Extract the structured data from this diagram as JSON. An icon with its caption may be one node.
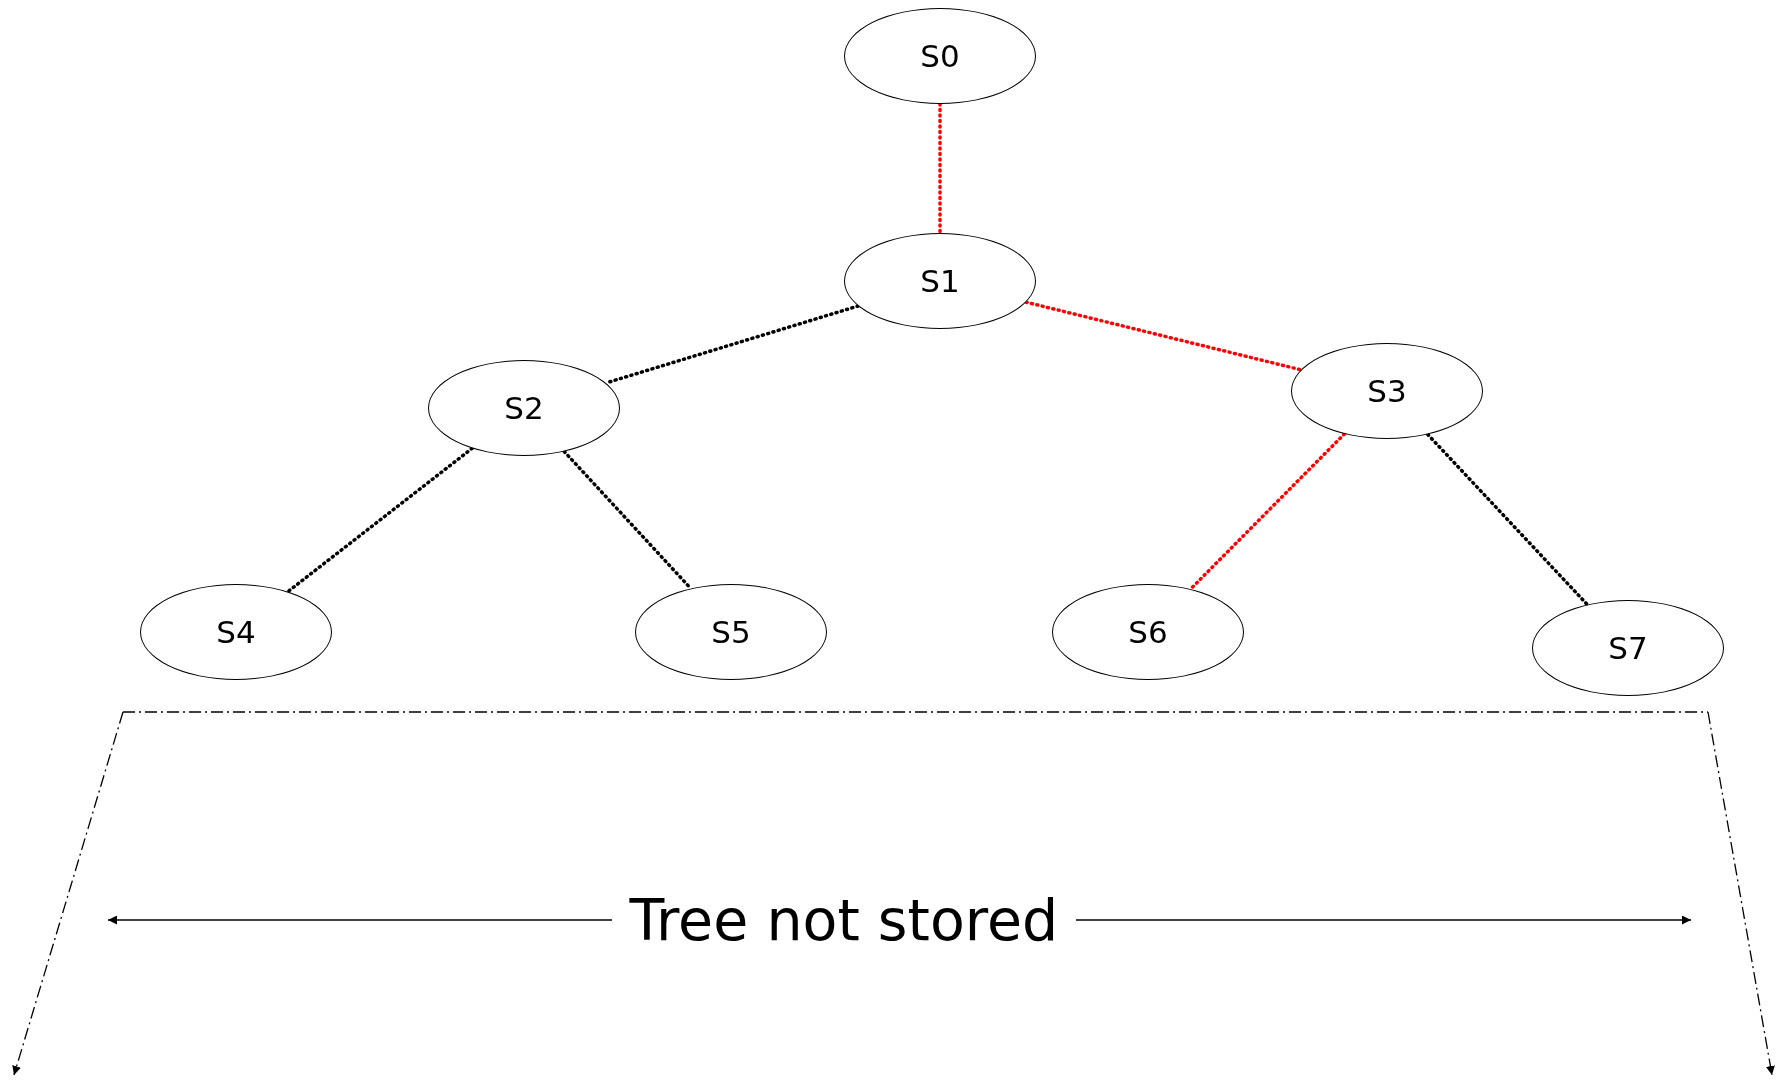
{
  "diagram": {
    "nodes": [
      {
        "text": [
          "S0"
        ]
      },
      {
        "text": [
          "S1"
        ]
      },
      {
        "text": [
          "S2"
        ]
      },
      {
        "text": [
          "S3"
        ]
      },
      {
        "text": [
          "S4"
        ]
      },
      {
        "text": [
          "S5"
        ]
      },
      {
        "text": [
          "S6"
        ]
      },
      {
        "text": [
          "S7"
        ]
      }
    ],
    "edges": [
      {
        "from": 0,
        "to": 1,
        "arrow": "none",
        "style": "dashed",
        "color": "#ff0000"
      },
      {
        "from": 1,
        "to": 2,
        "arrow": "none",
        "style": "dashed"
      },
      {
        "from": 1,
        "to": 3,
        "arrow": "none",
        "style": "dashed",
        "color": "#ff0000"
      },
      {
        "from": 2,
        "to": 4,
        "arrow": "none",
        "style": "dashed"
      },
      {
        "from": 2,
        "to": 5,
        "arrow": "none",
        "style": "dashed"
      },
      {
        "from": 3,
        "to": 6,
        "arrow": "none",
        "style": "dashed",
        "color": "#ff0000"
      },
      {
        "from": 3,
        "to": 7,
        "arrow": "none",
        "style": "dashed"
      }
    ],
    "labels": [
      "Tree not stored"
    ]
  }
}
